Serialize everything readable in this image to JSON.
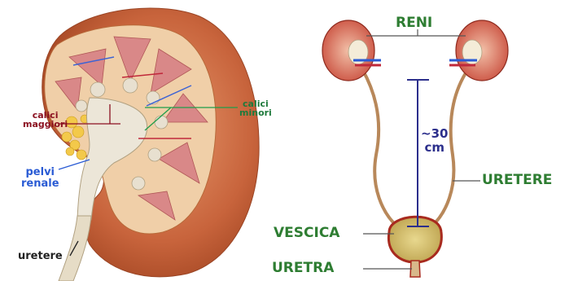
{
  "colors": {
    "red_label": "#8b1020",
    "blue_label": "#2a5bd4",
    "green_label": "#1f7a3c",
    "dark_label": "#222222",
    "big_label": "#2e7d32",
    "measure": "#2c2f8c",
    "kidney_outer": "#c8603a",
    "ureter": "#c9a57a",
    "bladder": "#d8c47a"
  },
  "left_diagram": {
    "calici_maggiori": [
      "calici",
      "maggiori"
    ],
    "calici_minori": [
      "calici",
      "minori"
    ],
    "pelvi_renale": [
      "pelvi",
      "renale"
    ],
    "uretere": "uretere"
  },
  "right_diagram": {
    "reni": "RENI",
    "length": [
      "~30",
      "cm"
    ],
    "uretere": "URETERE",
    "vescica": "VESCICA",
    "uretra": "URETRA"
  }
}
